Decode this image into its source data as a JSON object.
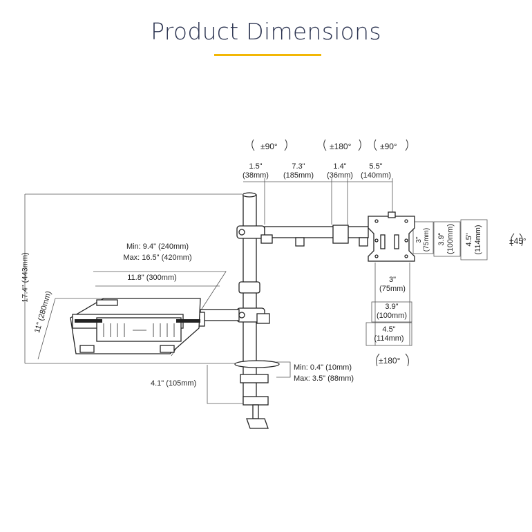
{
  "title": "Product Dimensions",
  "accent_color": "#f2b705",
  "rotation": {
    "tilt_top": "±90°",
    "swivel_arm": "±180°",
    "tilt_head": "±90°",
    "rotate_vesa": "±45°",
    "swivel_bottom": "±180°"
  },
  "arm_dims": {
    "d1": "1.5\"",
    "d1_mm": "(38mm)",
    "d2": "7.3\"",
    "d2_mm": "(185mm)",
    "d3": "1.4\"",
    "d3_mm": "(36mm)",
    "d4": "5.5\"",
    "d4_mm": "(140mm)"
  },
  "height": "17.4\" (443mm)",
  "tray": {
    "min": "Min: 9.4\" (240mm)",
    "max": "Max: 16.5\" (420mm)",
    "width": "11.8\" (300mm)",
    "depth": "11\" (280mm)"
  },
  "vesa": {
    "h75_in": "3\"",
    "h75_mm": "(75mm)",
    "h100_in": "3.9\"",
    "h100_mm": "(100mm)",
    "h114_in": "4.5\"",
    "h114_mm": "(114mm)",
    "v75_in": "3\"",
    "v75_mm": "(75mm)",
    "v100_in": "3.9\"",
    "v100_mm": "(100mm)",
    "v114_in": "4.5\"",
    "v114_mm": "(114mm)"
  },
  "clamp": {
    "min": "Min: 0.4\" (10mm)",
    "max": "Max: 3.5\" (88mm)",
    "depth": "4.1\" (105mm)"
  }
}
